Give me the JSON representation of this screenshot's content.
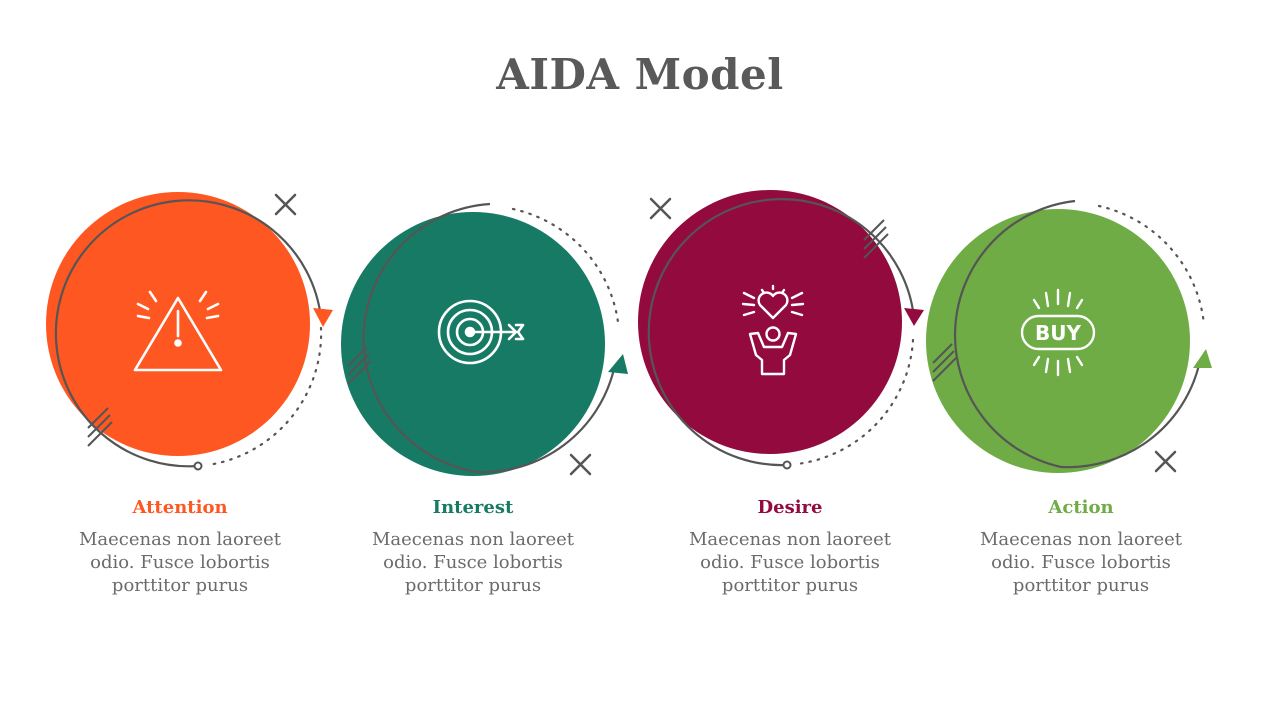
{
  "title": "AIDA Model",
  "steps": [
    {
      "label": "Attention",
      "description": "Maecenas non laoreet odio. Fusce lobortis porttitor purus",
      "color": "#FF5722",
      "icon": "warning-icon"
    },
    {
      "label": "Interest",
      "description": "Maecenas non laoreet odio. Fusce lobortis porttitor purus",
      "color": "#177A64",
      "icon": "target-icon"
    },
    {
      "label": "Desire",
      "description": "Maecenas non laoreet odio. Fusce lobortis porttitor purus",
      "color": "#930A3E",
      "icon": "heart-hands-icon"
    },
    {
      "label": "Action",
      "description": "Maecenas non laoreet odio. Fusce lobortis porttitor purus",
      "color": "#6FAC46",
      "icon": "buy-icon",
      "icon_text": "BUY"
    }
  ]
}
